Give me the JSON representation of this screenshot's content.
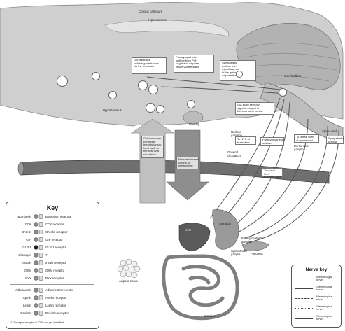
{
  "labels": {
    "corpus_callosum": "Corpus callosum",
    "hippocampus": "Hippocampus",
    "cerebellum": "Cerebellum",
    "hypothalamus": "Hypothalamus",
    "pituitary": "Pituitary",
    "spinal_cord": "Spinal cord",
    "circulation": "General\ncirculation",
    "liver": "Liver",
    "stomach": "Stomach",
    "adipose": "Adipose tissue",
    "pancreas": "Pancreas",
    "intestine": "Intestine",
    "sympathetic_ganglia": "Sympathetic\nganglia",
    "parasympathetic_ganglia": "Parasympathetic\nganglia",
    "nodose_ganglion": "Nodose\nganglion",
    "dorsal_root_ganglion": "Dorsal root\nganglion"
  },
  "boxes": {
    "gut_feedback": "Gut feedback\nto the hypothalamus\nvia the feedback",
    "parasympathetic_outflow": "Parasympathetic\noutflow from PVH\nto gut and adipose\ntissue via feedback",
    "sympathetic_outflow": "Sympathetic\noutflow from\nhypothalamus\nto the gut and\nadipose tissue",
    "sensory_afferents": "Gut-brain sensory\nsignals relayed to\nthe brainstem areas",
    "gut_hormones_up": "Gut hormones\ncontact to\nhypothalamus;\nfeed back to\nthe brain via\ncirculation",
    "neuroendocrine_down": "Neuroendocrine\ncontrol of\nmetabolism",
    "nts": "To NTS of\nbrainstem",
    "parasym_outflow_small": "Parasympathetic\noutflow",
    "lateral_horn": "To lateral horn\nof spinal cord",
    "sympathetic_small": "Sympathetic\noutflow",
    "dorsal_horn": "To dorsal horn\nof spinal cord"
  },
  "key": {
    "title": "Key",
    "rows": [
      {
        "name": "Bombesin",
        "receptor": "Bombesin receptor"
      },
      {
        "name": "CCK",
        "receptor": "CCK receptor"
      },
      {
        "name": "Ghrelin",
        "receptor": "Ghrelin receptor"
      },
      {
        "name": "GIP",
        "receptor": "GIP receptor"
      },
      {
        "name": "GLP-1",
        "receptor": "GLP-1 receptor"
      },
      {
        "name": "Glucagon",
        "receptor": "?"
      },
      {
        "name": "Insulin",
        "receptor": "Insulin receptor"
      },
      {
        "name": "OXM",
        "receptor": "OXM receptor"
      },
      {
        "name": "PYY",
        "receptor": "PYY receptor"
      },
      {
        "name": "Adiponectin",
        "receptor": "Adiponectin receptor"
      },
      {
        "name": "Apelin",
        "receptor": "Apelin receptor"
      },
      {
        "name": "Leptin",
        "receptor": "Leptin receptor"
      },
      {
        "name": "Resistin",
        "receptor": "Resistin receptor"
      }
    ],
    "footnote": "? Glucagon receptor in CNS not yet identified"
  },
  "nerve_key": {
    "title": "Nerve key",
    "rows": [
      {
        "label": "Afferent vagal\nnerves"
      },
      {
        "label": "Efferent vagal\nnerves"
      },
      {
        "label": "Afferent spinal\nnerves"
      },
      {
        "label": "Efferent spinal\nnerves"
      },
      {
        "label": "Efferent spinal\nnerves"
      }
    ]
  },
  "colors": {
    "brain": "#c9c9c9",
    "brain_dark": "#9a9a9a",
    "vessel": "#6f6f6f",
    "arrow": "#a8a8a8",
    "liver": "#5a5a5a",
    "gut": "#8c8c8c",
    "nerve": "#555555"
  }
}
